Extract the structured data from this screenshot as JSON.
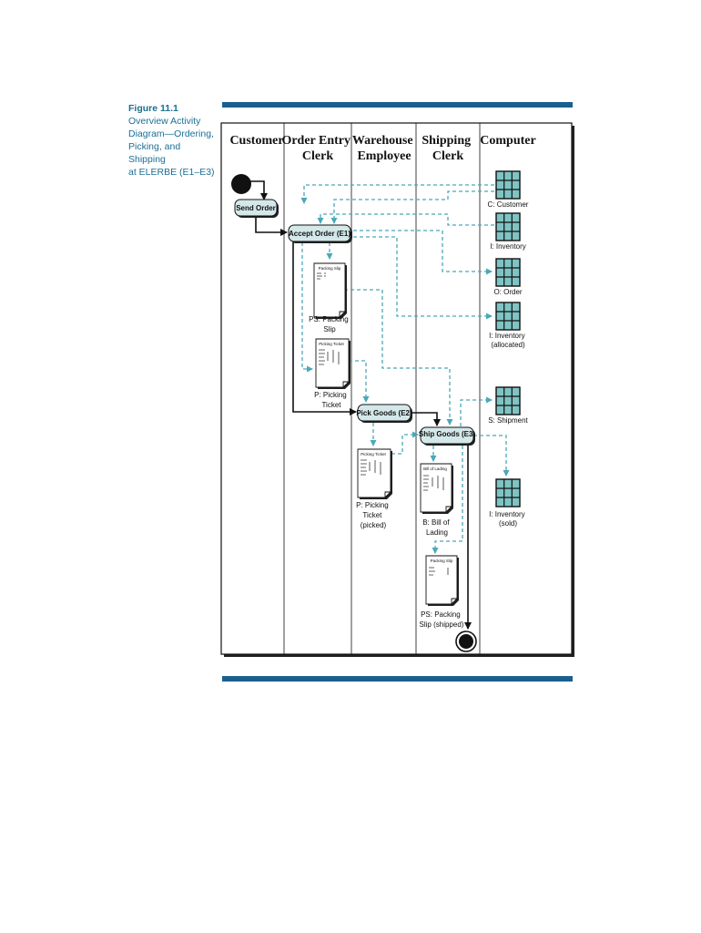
{
  "caption": {
    "figure": "Figure 11.1",
    "lines": [
      "Overview Activity",
      "Diagram—Ordering,",
      "Picking, and Shipping",
      "at ELERBE (E1–E3)"
    ]
  },
  "lanes": [
    {
      "id": "customer",
      "lines": [
        "Customer"
      ]
    },
    {
      "id": "order-entry-clerk",
      "lines": [
        "Order Entry",
        "Clerk"
      ]
    },
    {
      "id": "warehouse-employee",
      "lines": [
        "Warehouse",
        "Employee"
      ]
    },
    {
      "id": "shipping-clerk",
      "lines": [
        "Shipping",
        "Clerk"
      ]
    },
    {
      "id": "computer",
      "lines": [
        "Computer"
      ]
    }
  ],
  "activities": {
    "send_order": "Send Order",
    "accept_order": "Accept Order (E1)",
    "pick_goods": "Pick Goods (E2)",
    "ship_goods": "Ship Goods (E3)"
  },
  "stores": {
    "customer": [
      "C: Customer"
    ],
    "inventory": [
      "I: Inventory"
    ],
    "order": [
      "O: Order"
    ],
    "inventory_allocated": [
      "I: Inventory",
      "(allocated)"
    ],
    "shipment": [
      "S: Shipment"
    ],
    "inventory_sold": [
      "I: Inventory",
      "(sold)"
    ]
  },
  "documents": {
    "packing_slip": {
      "title": "Packing Slip",
      "label": [
        "PS: Packing",
        "Slip"
      ]
    },
    "picking_ticket": {
      "title": "Picking Ticket",
      "label": [
        "P: Picking",
        "Ticket"
      ]
    },
    "picking_ticket_picked": {
      "title": "Picking Ticket",
      "label": [
        "P: Picking",
        "Ticket",
        "(picked)"
      ]
    },
    "bill_of_lading": {
      "title": "Bill of Lading",
      "label": [
        "B: Bill of",
        "Lading"
      ]
    },
    "packing_slip_shipped": {
      "title": "Packing Slip",
      "label": [
        "PS: Packing",
        "Slip (shipped)"
      ]
    }
  },
  "colors": {
    "accent": "#1a5f8f",
    "caption_text": "#1b6f95",
    "store_fill": "#7fc4c4",
    "activity_fill": "#d4e8ea",
    "dashed_flow": "#4aa8b8"
  }
}
